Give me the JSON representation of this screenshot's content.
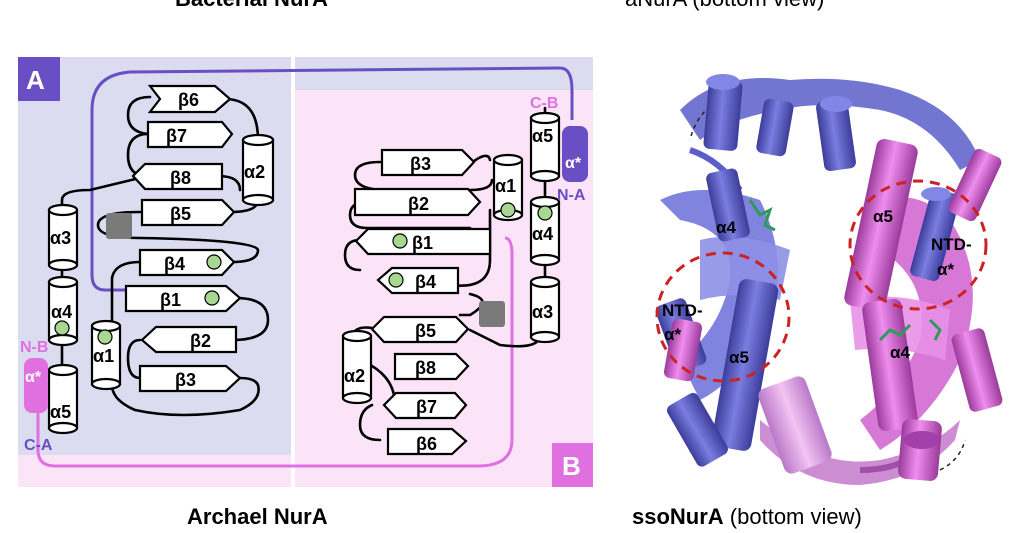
{
  "top_cut_labels": {
    "left": "Bacterial NurA",
    "right": "aNurA (bottom view)"
  },
  "panel_labels": {
    "a": "A",
    "b": "B"
  },
  "captions": {
    "left": "Archael NurA",
    "right_bold": "ssoNurA",
    "right_rest": " (bottom view)"
  },
  "termini": {
    "cb": "C-B",
    "na": "N-A",
    "nb": "N-B",
    "ca": "C-A"
  },
  "topology_a": {
    "strands": [
      "β6",
      "β7",
      "β8",
      "β5",
      "β4",
      "β1",
      "β2",
      "β3"
    ],
    "helices": [
      "α2",
      "α3",
      "α4",
      "α1",
      "α5"
    ],
    "alpha_star": "α*"
  },
  "topology_b": {
    "strands": [
      "β3",
      "β2",
      "β1",
      "β4",
      "β5",
      "β8",
      "β7",
      "β6"
    ],
    "helices": [
      "α5",
      "α1",
      "α4",
      "α3",
      "α2"
    ],
    "alpha_star": "α*"
  },
  "structure_labels": {
    "a4_left": "α4",
    "a5_left": "α5",
    "ntd_left": "NTD-",
    "astar_left": "α*",
    "a5_right": "α5",
    "ntd_right": "NTD-",
    "astar_right": "α*",
    "a4_right": "α4"
  },
  "colors": {
    "panel_a_bg": "#dcdcf0",
    "panel_b_bg": "#fce4f8",
    "purple": "#6a4fc4",
    "pink": "#e070e0",
    "slate_blue": "#5a5ec8",
    "magenta": "#d060d0",
    "green_dot": "#a8d890",
    "gray_square": "#7a7a7a",
    "dashed_circle": "#cc2222"
  }
}
